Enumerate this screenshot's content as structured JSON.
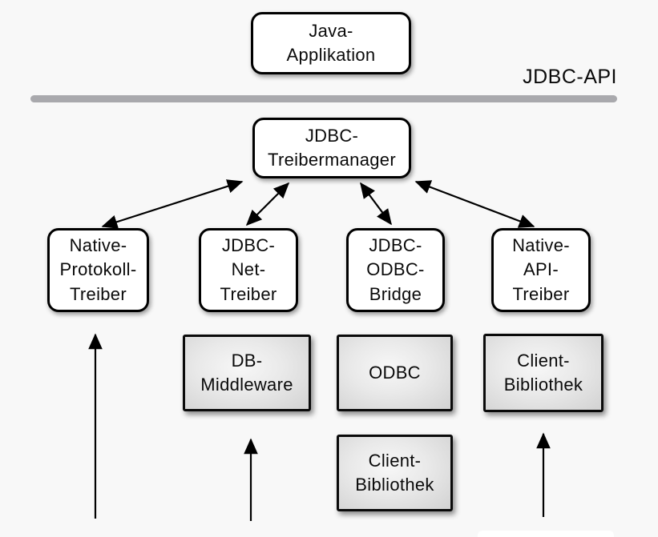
{
  "diagram": {
    "annotation": {
      "jdbc_api": "JDBC-API"
    },
    "nodes": {
      "java_application": "Java-\nApplikation",
      "jdbc_treibermanager": "JDBC-\nTreibermanager",
      "native_protokoll_treiber": "Native-\nProtokoll-\nTreiber",
      "jdbc_net_treiber": "JDBC-\nNet-\nTreiber",
      "jdbc_odbc_bridge": "JDBC-\nODBC-\nBridge",
      "native_api_treiber": "Native-\nAPI-\nTreiber",
      "db_middleware": "DB-\nMiddleware",
      "odbc": "ODBC",
      "client_bibliothek_right": "Client-\nBibliothek",
      "client_bibliothek_bottom": "Client-\nBibliothek"
    },
    "colors": {
      "background": "#f8f8f8",
      "divider_gray": "#a9a9ad",
      "node_border": "#000000",
      "gray_node_fill": "#dedede",
      "arrow": "#000000"
    }
  }
}
